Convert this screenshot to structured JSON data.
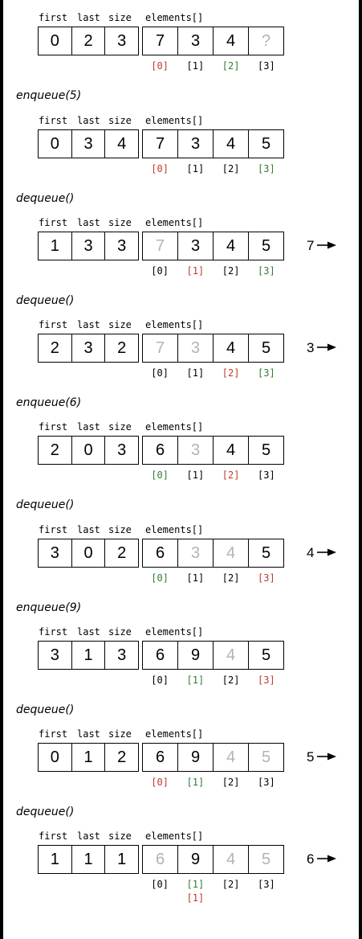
{
  "headers": {
    "first": "first",
    "last": "last",
    "size": "size",
    "elements": "elements[]"
  },
  "colors": {
    "front": "#c0392b",
    "back": "#2e7d32",
    "faded": "#b3b3b3"
  },
  "steps": [
    {
      "state": [
        "0",
        "2",
        "3"
      ],
      "elements": [
        "7",
        "3",
        "4",
        "?"
      ],
      "faded": [
        false,
        false,
        false,
        true
      ],
      "indices": [
        "[0]",
        "[1]",
        "[2]",
        "[3]"
      ],
      "index_colors": [
        "red",
        "black",
        "green",
        "black"
      ],
      "output": "",
      "operation": "enqueue(5)"
    },
    {
      "state": [
        "0",
        "3",
        "4"
      ],
      "elements": [
        "7",
        "3",
        "4",
        "5"
      ],
      "faded": [
        false,
        false,
        false,
        false
      ],
      "indices": [
        "[0]",
        "[1]",
        "[2]",
        "[3]"
      ],
      "index_colors": [
        "red",
        "black",
        "black",
        "green"
      ],
      "output": "",
      "operation": "dequeue()"
    },
    {
      "state": [
        "1",
        "3",
        "3"
      ],
      "elements": [
        "7",
        "3",
        "4",
        "5"
      ],
      "faded": [
        true,
        false,
        false,
        false
      ],
      "indices": [
        "[0]",
        "[1]",
        "[2]",
        "[3]"
      ],
      "index_colors": [
        "black",
        "red",
        "black",
        "green"
      ],
      "output": "7",
      "operation": "dequeue()"
    },
    {
      "state": [
        "2",
        "3",
        "2"
      ],
      "elements": [
        "7",
        "3",
        "4",
        "5"
      ],
      "faded": [
        true,
        true,
        false,
        false
      ],
      "indices": [
        "[0]",
        "[1]",
        "[2]",
        "[3]"
      ],
      "index_colors": [
        "black",
        "black",
        "red",
        "green"
      ],
      "output": "3",
      "operation": "enqueue(6)"
    },
    {
      "state": [
        "2",
        "0",
        "3"
      ],
      "elements": [
        "6",
        "3",
        "4",
        "5"
      ],
      "faded": [
        false,
        true,
        false,
        false
      ],
      "indices": [
        "[0]",
        "[1]",
        "[2]",
        "[3]"
      ],
      "index_colors": [
        "green",
        "black",
        "red",
        "black"
      ],
      "output": "",
      "operation": "dequeue()"
    },
    {
      "state": [
        "3",
        "0",
        "2"
      ],
      "elements": [
        "6",
        "3",
        "4",
        "5"
      ],
      "faded": [
        false,
        true,
        true,
        false
      ],
      "indices": [
        "[0]",
        "[1]",
        "[2]",
        "[3]"
      ],
      "index_colors": [
        "green",
        "black",
        "black",
        "red"
      ],
      "output": "4",
      "operation": "enqueue(9)"
    },
    {
      "state": [
        "3",
        "1",
        "3"
      ],
      "elements": [
        "6",
        "9",
        "4",
        "5"
      ],
      "faded": [
        false,
        false,
        true,
        false
      ],
      "indices": [
        "[0]",
        "[1]",
        "[2]",
        "[3]"
      ],
      "index_colors": [
        "black",
        "green",
        "black",
        "red"
      ],
      "output": "",
      "operation": "dequeue()"
    },
    {
      "state": [
        "0",
        "1",
        "2"
      ],
      "elements": [
        "6",
        "9",
        "4",
        "5"
      ],
      "faded": [
        false,
        false,
        true,
        true
      ],
      "indices": [
        "[0]",
        "[1]",
        "[2]",
        "[3]"
      ],
      "index_colors": [
        "red",
        "green",
        "black",
        "black"
      ],
      "output": "5",
      "operation": "dequeue()"
    },
    {
      "state": [
        "1",
        "1",
        "1"
      ],
      "elements": [
        "6",
        "9",
        "4",
        "5"
      ],
      "faded": [
        true,
        false,
        true,
        true
      ],
      "indices": [
        "[0]",
        "[1]",
        "[2]",
        "[3]"
      ],
      "index_colors": [
        "black",
        "green",
        "black",
        "black"
      ],
      "extra_index": "[1]",
      "extra_index_slot": 1,
      "extra_index_color": "red",
      "output": "6",
      "operation": ""
    }
  ]
}
